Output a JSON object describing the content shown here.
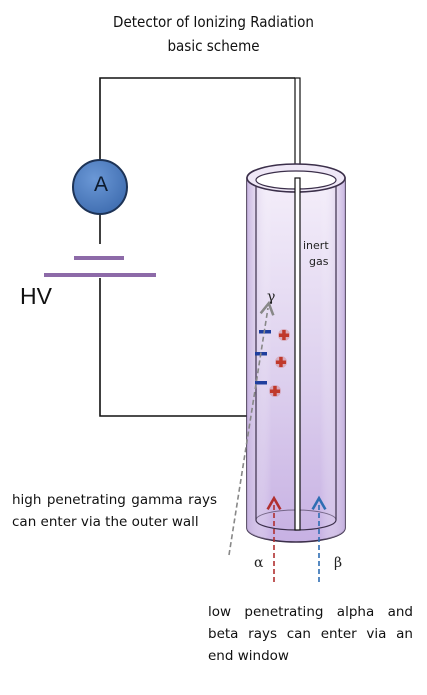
{
  "title": {
    "line1": "Detector of Ionizing Radiation",
    "line2": "basic scheme"
  },
  "labels": {
    "ammeter": "A",
    "high_voltage": "HV",
    "gas_line1": "inert",
    "gas_line2": "gas",
    "gamma": "γ",
    "alpha": "α",
    "beta": "β"
  },
  "captions": {
    "gamma": "high penetrating gamma rays can enter via the outer wall",
    "alpha_beta": "low penetrating alpha and beta rays can enter via an end window"
  },
  "colors": {
    "ammeter_fill": "#4f7fc4",
    "tube_fill": "#d6c6ea",
    "tube_outline": "#3b2f4a",
    "battery_plate": "#8d6aa8",
    "negative_charge": "#1f3f9e",
    "positive_charge": "#c0392b",
    "alpha_arrow": "#b03030",
    "beta_arrow": "#2e6db3",
    "gamma_arrow": "#888888"
  },
  "icons": {
    "negative": "minus-sign",
    "positive": "plus-sign"
  }
}
